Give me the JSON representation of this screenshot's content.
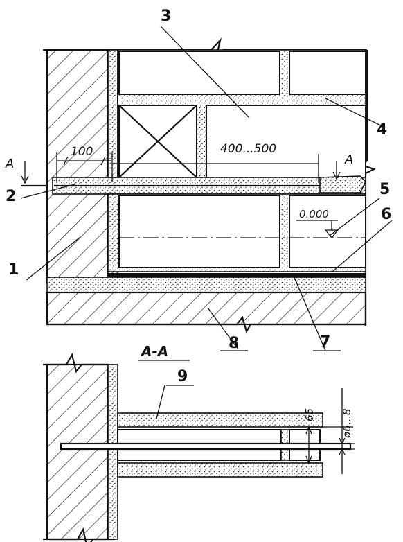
{
  "labels": {
    "n1": "1",
    "n2": "2",
    "n3": "3",
    "n4": "4",
    "n5": "5",
    "n6": "6",
    "n7": "7",
    "n8": "8",
    "n9": "9"
  },
  "dimensions": {
    "d100": "100",
    "d400_500": "400...500",
    "level": "0.000",
    "d65": "65",
    "d_phi": "ø6...8"
  },
  "section": {
    "mark_left": "A",
    "mark_right": "A",
    "title": "A-A"
  }
}
